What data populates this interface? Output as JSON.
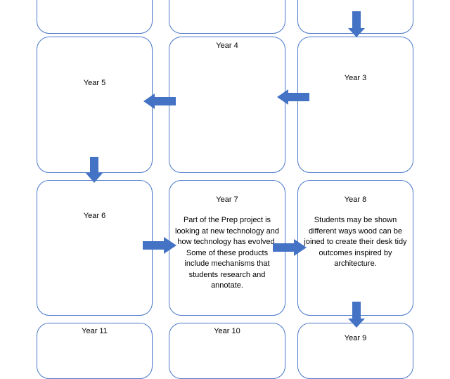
{
  "colors": {
    "border": "#4a78c8",
    "arrow": "#4472c4",
    "text": "#000000",
    "background": "#ffffff"
  },
  "boxes": {
    "top_left": {
      "title": ""
    },
    "top_mid": {
      "title": ""
    },
    "top_right": {
      "title": ""
    },
    "year3": {
      "title": "Year 3"
    },
    "year4": {
      "title": "Year 4"
    },
    "year5": {
      "title": "Year 5"
    },
    "year6": {
      "title": "Year 6"
    },
    "year7": {
      "title": "Year 7",
      "text": "Part of the Prep project is looking at new technology and how technology has evolved. Some of these products include mechanisms that students research and annotate."
    },
    "year8": {
      "title": "Year 8",
      "text": "Students may be shown different ways wood can be joined to create their desk tidy outcomes inspired by architecture."
    },
    "year9": {
      "title": "Year 9"
    },
    "year10": {
      "title": "Year 10"
    },
    "year11": {
      "title": "Year 11"
    }
  },
  "arrows": [
    {
      "id": "top-right-to-year3",
      "direction": "down"
    },
    {
      "id": "year3-to-year4",
      "direction": "left"
    },
    {
      "id": "year4-to-year5",
      "direction": "left"
    },
    {
      "id": "year5-to-year6",
      "direction": "down"
    },
    {
      "id": "year6-to-year7",
      "direction": "right"
    },
    {
      "id": "year7-to-year8",
      "direction": "right"
    },
    {
      "id": "year8-to-year9",
      "direction": "down"
    }
  ]
}
